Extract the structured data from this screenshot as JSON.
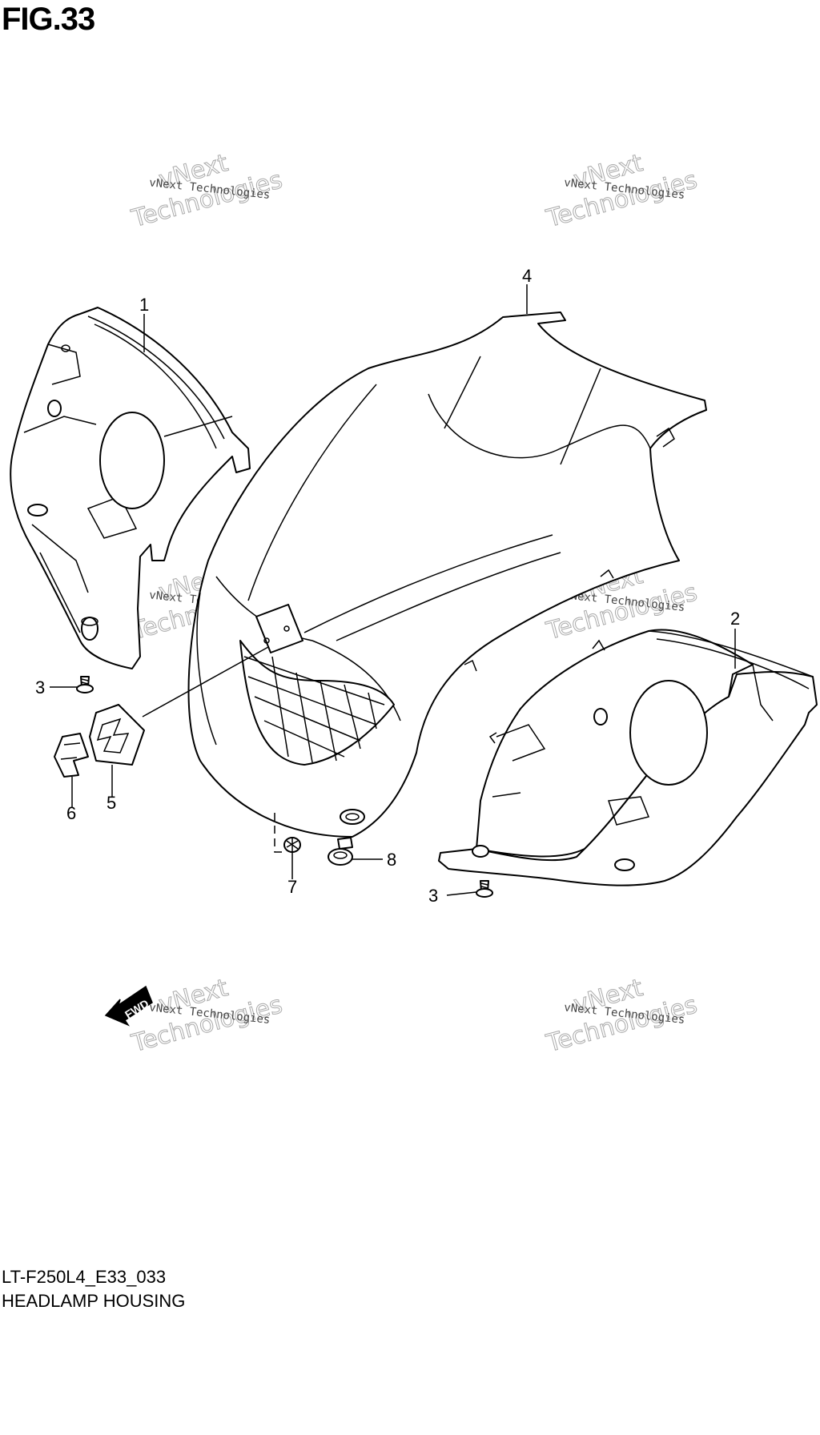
{
  "figure": {
    "title": "FIG.33",
    "model_code": "LT-F250L4_E33_033",
    "section_title": "HEADLAMP HOUSING"
  },
  "callouts": [
    {
      "id": "callout-1",
      "label": "1"
    },
    {
      "id": "callout-2",
      "label": "2"
    },
    {
      "id": "callout-3a",
      "label": "3"
    },
    {
      "id": "callout-3b",
      "label": "3"
    },
    {
      "id": "callout-4",
      "label": "4"
    },
    {
      "id": "callout-5",
      "label": "5"
    },
    {
      "id": "callout-6",
      "label": "6"
    },
    {
      "id": "callout-7",
      "label": "7"
    },
    {
      "id": "callout-8",
      "label": "8"
    }
  ],
  "direction_marker": {
    "label": "FWD"
  },
  "watermark": {
    "small_text": "vNext Technologies",
    "large_line1": "vNext",
    "large_line2": "Technologies"
  },
  "colors": {
    "line": "#000000",
    "background": "#ffffff",
    "watermark": "#aaaaaa"
  }
}
